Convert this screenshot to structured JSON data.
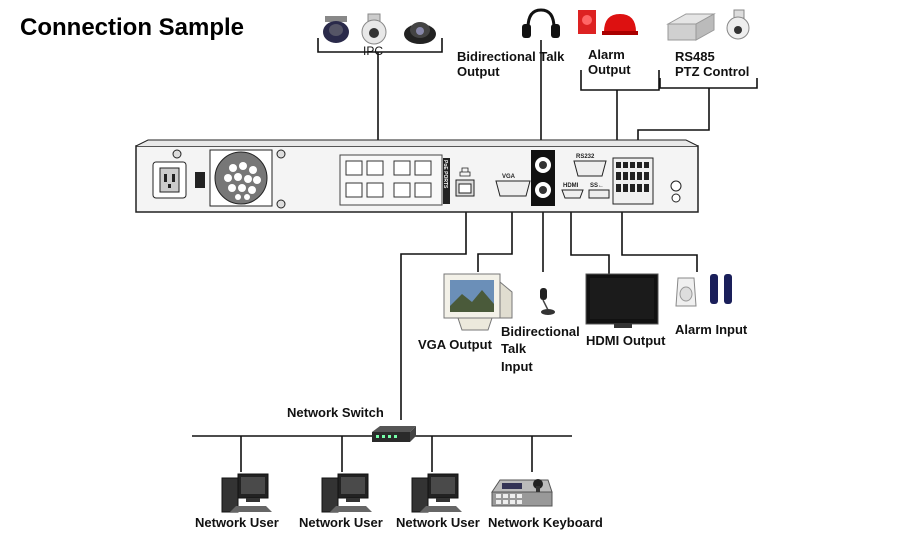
{
  "title": "Connection Sample",
  "labels": {
    "ipc": "IPC",
    "bidirectional_talk_output": [
      "Bidirectional Talk",
      "Output"
    ],
    "alarm_output": [
      "Alarm",
      "Output"
    ],
    "rs485_ptz": [
      "RS485",
      "PTZ Control"
    ],
    "vga_output": "VGA Output",
    "bidirectional_talk_input": [
      "Bidirectional",
      "Talk",
      "Input"
    ],
    "hdmi_output": "HDMI Output",
    "alarm_input": "Alarm Input",
    "network_switch": "Network Switch",
    "network_user_1": "Network User",
    "network_user_2": "Network User",
    "network_user_3": "Network User",
    "network_keyboard": "Network Keyboard"
  },
  "port_labels": {
    "rs232": "RS232",
    "vga": "VGA",
    "hdmi": "HDMI",
    "usb": "SS←",
    "poe": "PoE PORTS"
  }
}
